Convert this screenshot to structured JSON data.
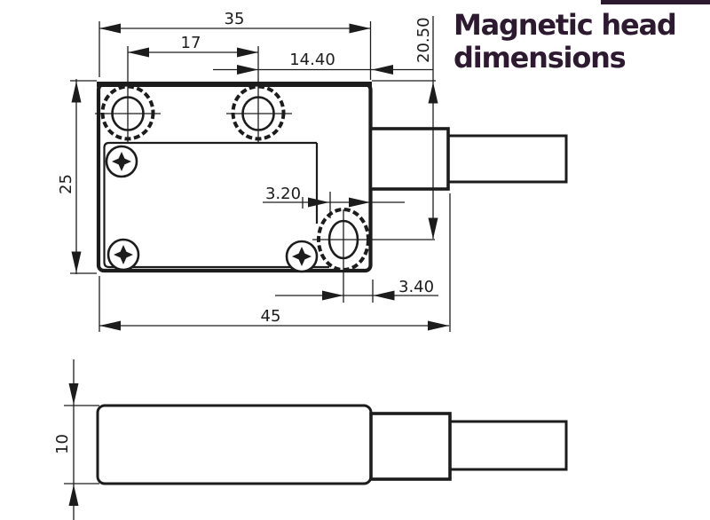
{
  "title": {
    "line1": "Magnetic head",
    "line2": "dimensions"
  },
  "colors": {
    "ink": "#1c1c1c",
    "title": "#2d1a31",
    "background": "#ffffff"
  },
  "dims": {
    "body_width": "35",
    "hole_spacing": "17",
    "hole_to_edge": "14.40",
    "edge_to_hole_center_v": "20.50",
    "body_height": "25",
    "hole_offset_left": "3.20",
    "hole_offset_right": "3.40",
    "total_length": "45",
    "body_thickness": "10"
  }
}
